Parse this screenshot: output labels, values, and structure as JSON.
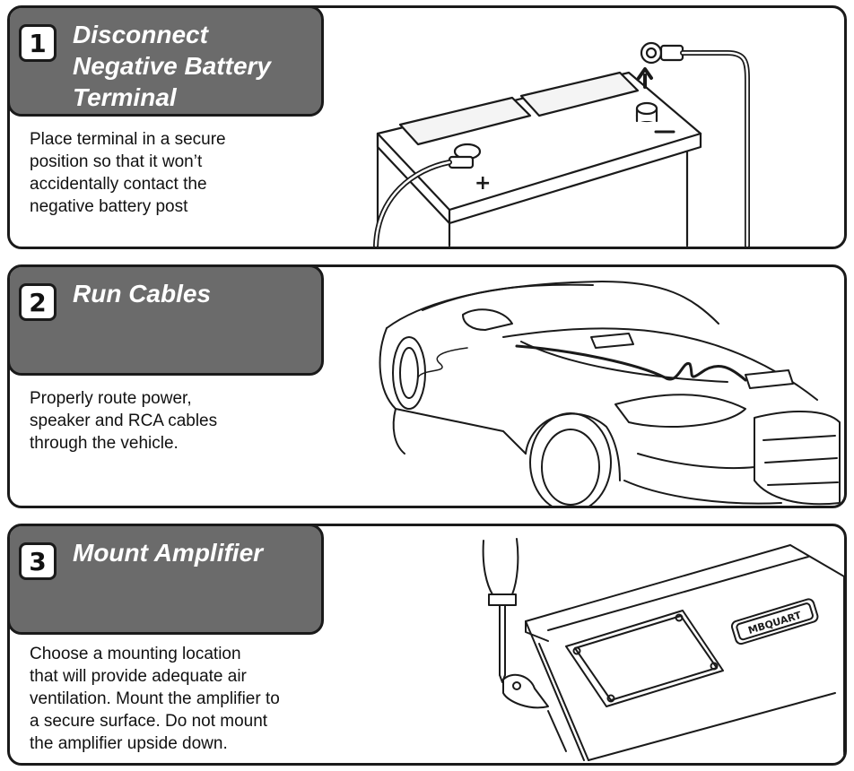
{
  "steps": [
    {
      "number": "1",
      "title": "Disconnect\nNegative Battery\nTerminal",
      "description": "Place terminal in a secure\nposition so that it won’t\naccidentally contact the\nnegative battery post",
      "battery_polarity_mark": "+",
      "illustration_icon": "battery-disconnect-icon"
    },
    {
      "number": "2",
      "title": "Run Cables",
      "description": "Properly route power,\nspeaker and RCA cables\nthrough the vehicle.",
      "illustration_icon": "car-cable-route-icon"
    },
    {
      "number": "3",
      "title": "Mount Amplifier",
      "description": "Choose a mounting location\nthat will provide adequate air\nventilation. Mount the amplifier to\na secure surface. Do not mount\nthe amplifier upside down.",
      "amplifier_brand": "MBQUART",
      "illustration_icon": "amplifier-mount-icon"
    }
  ],
  "colors": {
    "header_bg": "#6b6b6b",
    "border": "#1a1a1a",
    "text": "#111111"
  }
}
